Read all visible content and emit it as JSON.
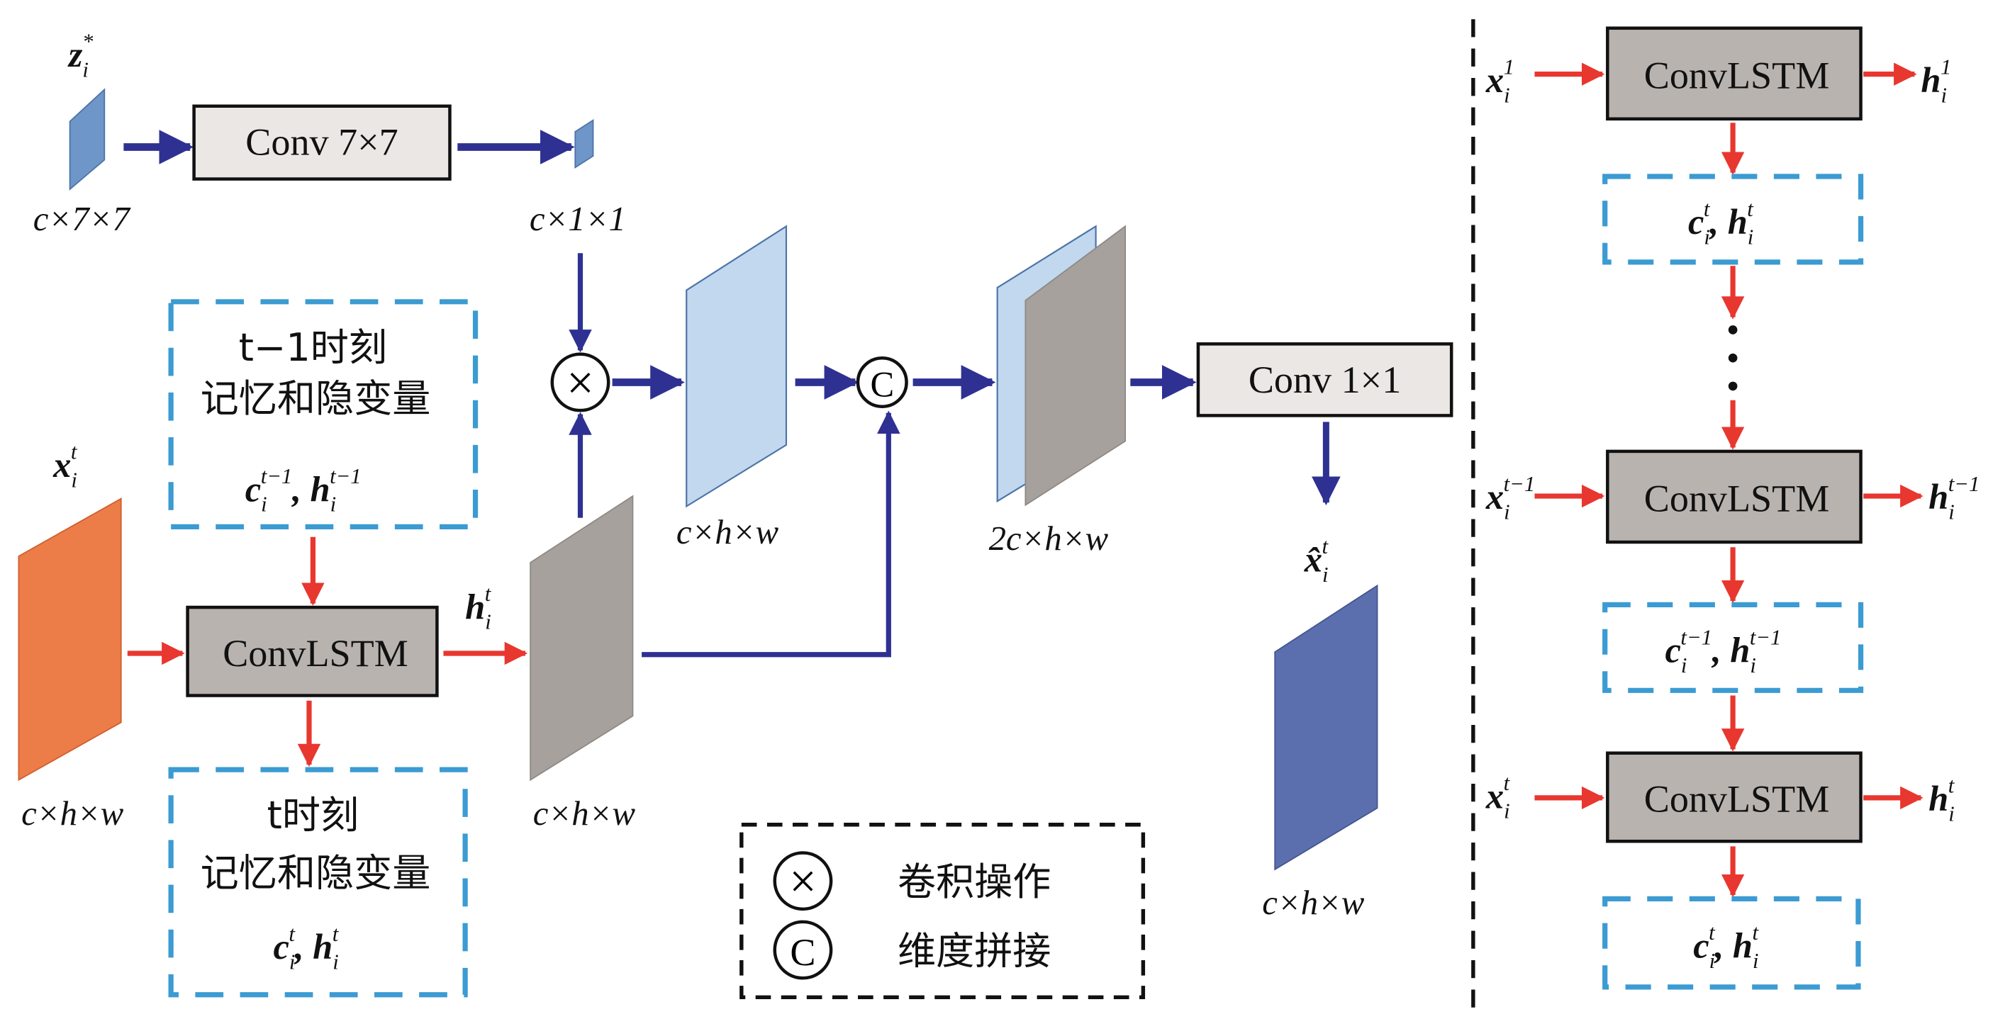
{
  "colors": {
    "blue_arrow": "#2e3192",
    "red_arrow": "#e8372f",
    "dashed_blue": "#3b9bd2",
    "conv_box_fill": "#ebe7e4",
    "convlstm_fill": "#b9b3af",
    "orange": "#ec7c48",
    "light_blue": "#c1d8ee",
    "mid_blue": "#6f96c8",
    "dark_blue": "#5b6fae",
    "gray": "#a7a19d"
  },
  "left": {
    "z_label": {
      "base": "z",
      "sup": "*",
      "sub": "i"
    },
    "z_dim": "c×7×7",
    "conv7": "Conv 7×7",
    "z_out_dim": "c×1×1",
    "x_label": {
      "base": "x",
      "sup": "t",
      "sub": "i"
    },
    "x_dim": "c×h×w",
    "prev_state_box": {
      "line1": "t−1时刻",
      "line2": "记忆和隐变量",
      "vars": "c, h",
      "c": {
        "base": "c",
        "sup": "t−1",
        "sub": "i"
      },
      "h": {
        "base": "h",
        "sup": "t−1",
        "sub": "i"
      }
    },
    "convlstm": "ConvLSTM",
    "h_label": {
      "base": "h",
      "sup": "t",
      "sub": "i"
    },
    "h_dim": "c×h×w",
    "curr_state_box": {
      "line1": "t时刻",
      "line2": "记忆和隐变量",
      "c": {
        "base": "c",
        "sup": "t",
        "sub": "i"
      },
      "h": {
        "base": "h",
        "sup": "t",
        "sub": "i"
      }
    },
    "mult_symbol": "×",
    "concat_symbol": "C",
    "mult_dim": "c×h×w",
    "concat_dim": "2c×h×w",
    "conv1": "Conv 1×1",
    "xhat_label": {
      "base": "x̂",
      "sup": "t",
      "sub": "i"
    },
    "xhat_dim": "c×h×w"
  },
  "legend": {
    "items": [
      {
        "symbol": "×",
        "label": "卷积操作"
      },
      {
        "symbol": "C",
        "label": "维度拼接"
      }
    ]
  },
  "right": {
    "cells": [
      {
        "label": "ConvLSTM",
        "x": {
          "base": "x",
          "sup": "1",
          "sub": "i"
        },
        "h": {
          "base": "h",
          "sup": "1",
          "sub": "i"
        },
        "state": {
          "c": {
            "base": "c",
            "sup": "t",
            "sub": "i"
          },
          "h": {
            "base": "h",
            "sup": "t",
            "sub": "i"
          }
        }
      },
      {
        "label": "ConvLSTM",
        "x": {
          "base": "x",
          "sup": "t−1",
          "sub": "i"
        },
        "h": {
          "base": "h",
          "sup": "t−1",
          "sub": "i"
        },
        "state": {
          "c": {
            "base": "c",
            "sup": "t−1",
            "sub": "i"
          },
          "h": {
            "base": "h",
            "sup": "t−1",
            "sub": "i"
          }
        }
      },
      {
        "label": "ConvLSTM",
        "x": {
          "base": "x",
          "sup": "t",
          "sub": "i"
        },
        "h": {
          "base": "h",
          "sup": "t",
          "sub": "i"
        },
        "state": {
          "c": {
            "base": "c",
            "sup": "t",
            "sub": "i"
          },
          "h": {
            "base": "h",
            "sup": "t",
            "sub": "i"
          }
        }
      }
    ],
    "ellipsis": "⋮"
  }
}
